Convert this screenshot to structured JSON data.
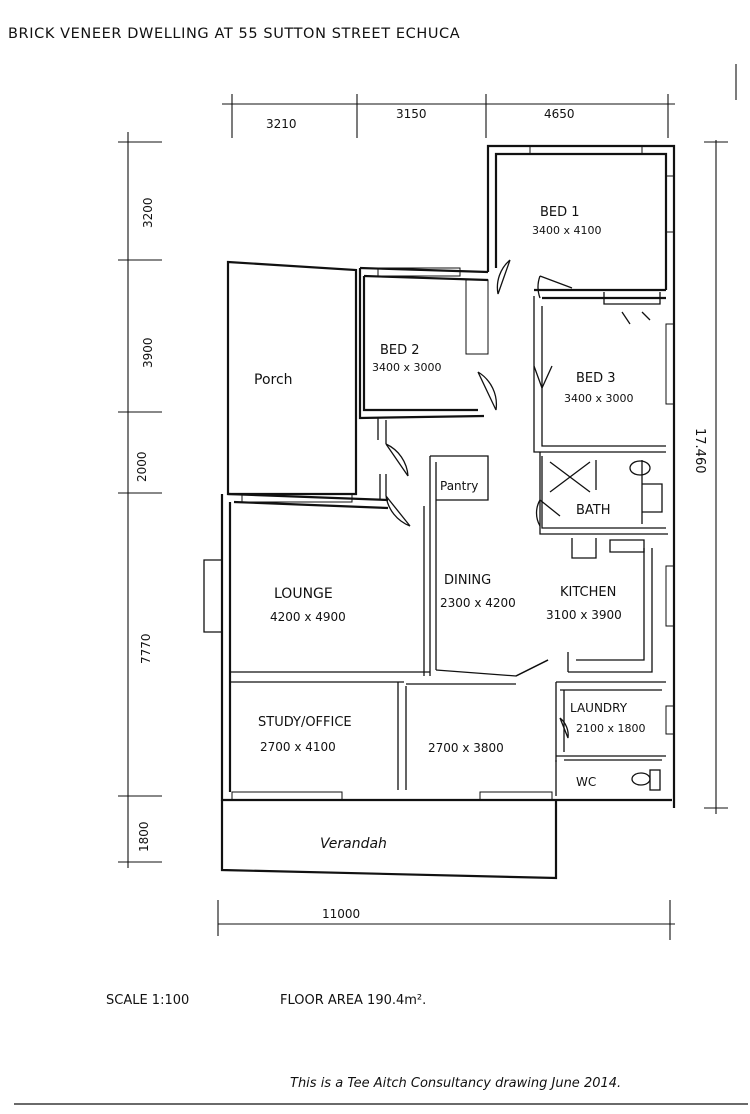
{
  "title": "BRICK VENEER DWELLING AT 55 SUTTON STREET ECHUCA",
  "rooms": {
    "bed1": {
      "name": "BED 1",
      "size": "3400 x 4100"
    },
    "bed2": {
      "name": "BED 2",
      "size": "3400 x 3000"
    },
    "bed3": {
      "name": "BED 3",
      "size": "3400 x 3000"
    },
    "porch": {
      "name": "Porch"
    },
    "pantry": {
      "name": "Pantry"
    },
    "bath": {
      "name": "BATH"
    },
    "lounge": {
      "name": "LOUNGE",
      "size": "4200 x 4900"
    },
    "dining": {
      "name": "DINING",
      "size": "2300 x 4200"
    },
    "kitchen": {
      "name": "KITCHEN",
      "size": "3100 x 3900"
    },
    "laundry": {
      "name": "LAUNDRY",
      "size": "2100 x 1800"
    },
    "study": {
      "name": "STUDY/OFFICE",
      "size": "2700 x 4100"
    },
    "room_mid": {
      "size": "2700 x 3800"
    },
    "wc": {
      "name": "WC"
    },
    "verandah": {
      "name": "Verandah"
    }
  },
  "dimensions": {
    "top": [
      "3210",
      "3150",
      "4650"
    ],
    "left": [
      "3200",
      "3900",
      "2000",
      "7770",
      "1800"
    ],
    "right": "17.460",
    "bottom": "11000"
  },
  "scale": "SCALE 1:100",
  "floor_area": "FLOOR AREA 190.4m².",
  "credit": "This is a Tee Aitch Consultancy drawing June 2014."
}
